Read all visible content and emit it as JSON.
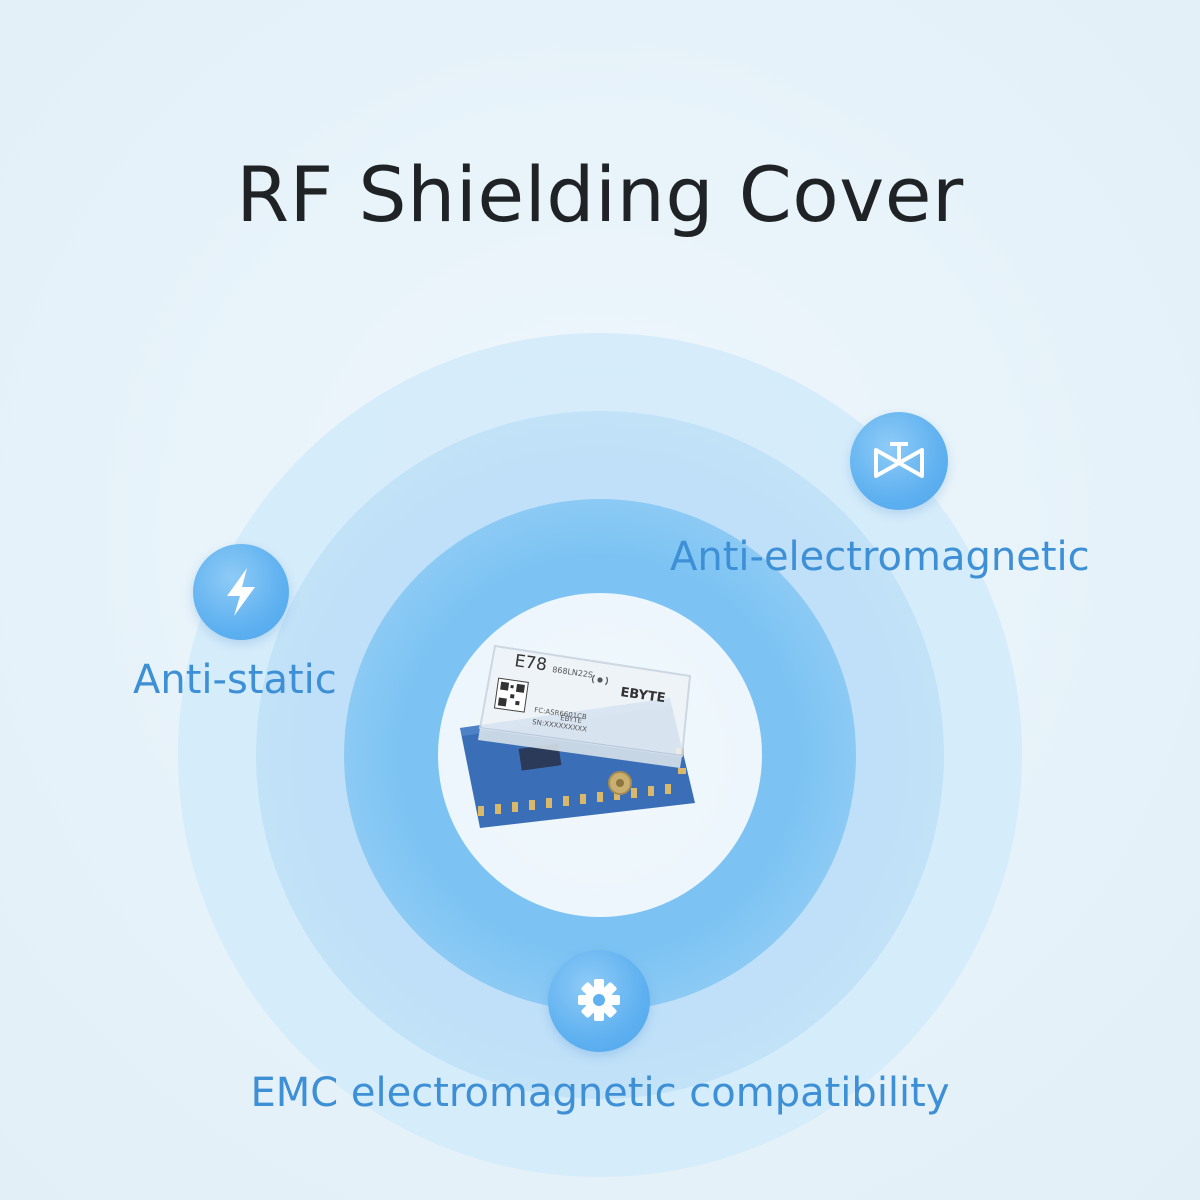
{
  "title": "RF Shielding Cover",
  "features": {
    "static": {
      "label": "Anti-static",
      "icon": "lightning-bolt-icon"
    },
    "electromagnetic": {
      "label": "Anti-electromagnetic",
      "icon": "bowtie-valve-icon"
    },
    "emc": {
      "label": "EMC electromagnetic compatibility",
      "icon": "gear-icon"
    }
  },
  "module": {
    "model": "E78",
    "sub_model": "868LN22S",
    "brand": "EBYTE",
    "fcc_line": "FC:ASR6601CB",
    "label_brand": "EBYTE",
    "serial": "SN:XXXXXXXXX"
  },
  "colors": {
    "accent": "#3d8fd6",
    "title": "#1f2326",
    "badge": "#5fb1f0",
    "pcb": "#3a6fb8"
  }
}
